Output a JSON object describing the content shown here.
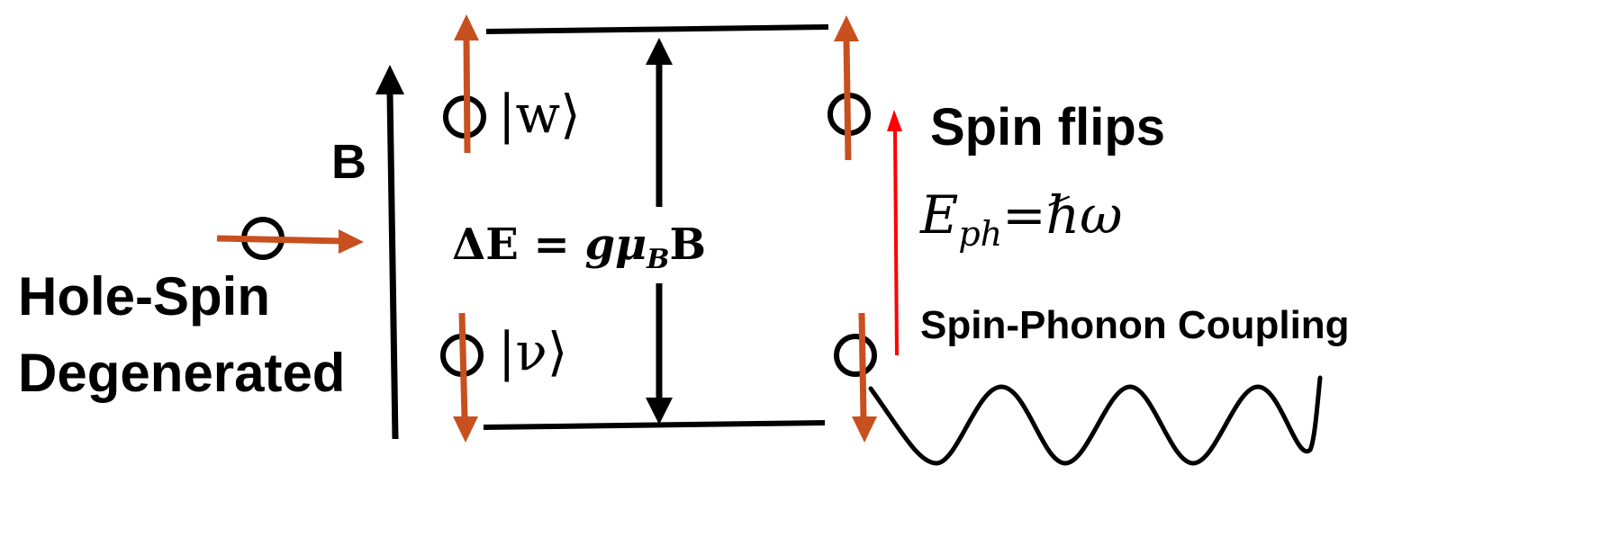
{
  "labels": {
    "hole_spin_line1": "Hole-Spin",
    "hole_spin_line2": "Degenerated",
    "field": "B",
    "energy_split": {
      "prefix": "ΔE = ",
      "g": "g",
      "mu": "μ",
      "sub": "B",
      "suffix": "B"
    },
    "state_upper": "|w⟩",
    "state_lower": "|ν⟩",
    "spin_flips": "Spin flips",
    "phonon_energy": {
      "E": "E",
      "sub": "ph",
      "rest": "=ℏω"
    },
    "coupling": "Spin-Phonon Coupling"
  },
  "colors": {
    "spin_arrow": "#c8501e",
    "transition_arrow": "#ff0000",
    "lines": "#000000"
  },
  "icons": {
    "hole": "circle-outline",
    "phonon": "sine-wave"
  }
}
